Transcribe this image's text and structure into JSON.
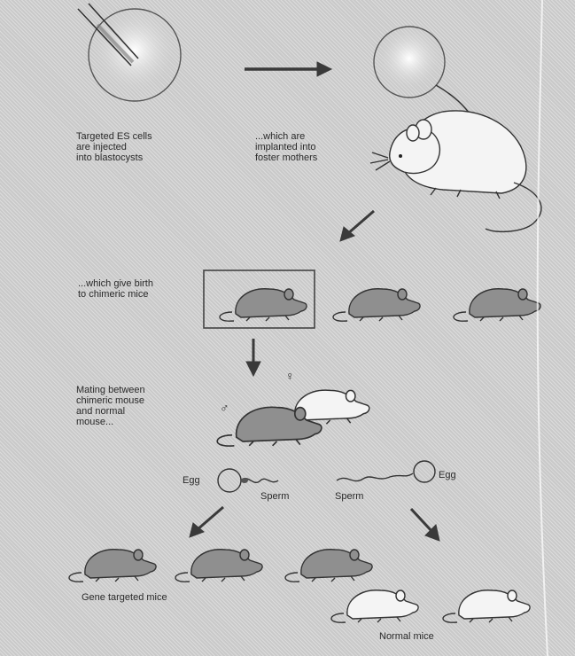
{
  "labels": {
    "step1": [
      "Targeted ES cells",
      "are injected",
      "into blastocysts"
    ],
    "step2": [
      "...which are",
      "implanted into",
      "foster mothers"
    ],
    "step3": [
      "...which give birth",
      "to chimeric mice"
    ],
    "step4": [
      "Mating between",
      "chimeric mouse",
      "and normal",
      "mouse..."
    ],
    "egg_left": "Egg",
    "egg_right": "Egg",
    "sperm_left": "Sperm",
    "sperm_right": "Sperm",
    "gene_targeted": "Gene targeted mice",
    "normal": "Normal mice",
    "male_symbol": "♂",
    "female_symbol": "♀"
  }
}
